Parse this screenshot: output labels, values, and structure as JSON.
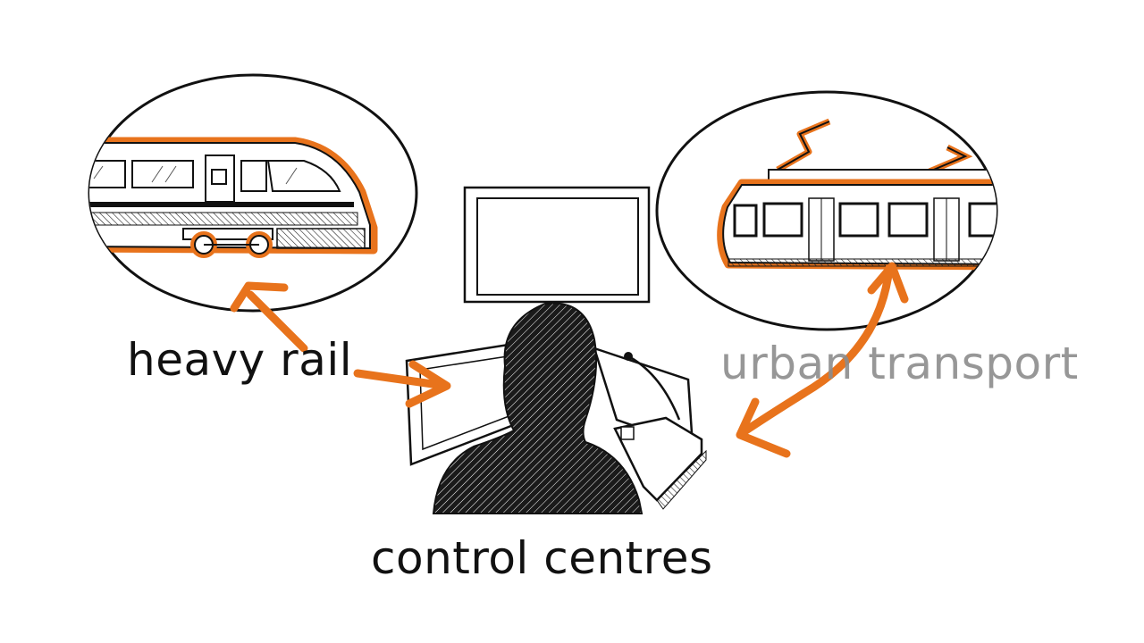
{
  "labels": {
    "heavy_rail": "heavy rail",
    "urban_transport": "urban transport",
    "control_centres": "control centres"
  },
  "colors": {
    "accent_orange": "#e8731c",
    "ink": "#111111",
    "faded_text": "#8c8c8c",
    "background": "#ffffff"
  },
  "icons": {
    "left_bubble": "heavy-rail-train-icon",
    "right_bubble": "tram-icon",
    "center": "operator-at-console-icon"
  }
}
